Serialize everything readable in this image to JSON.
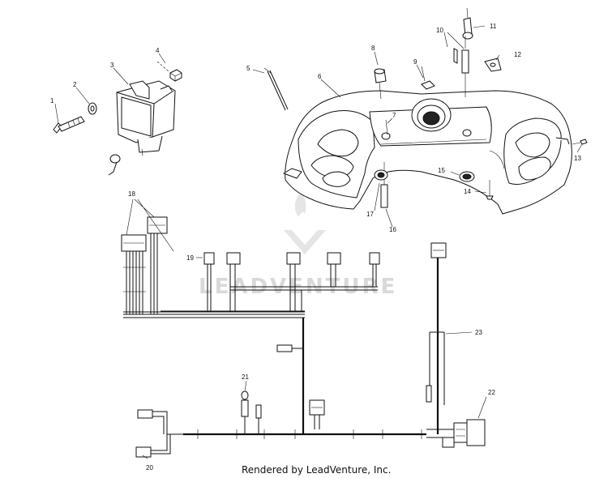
{
  "callouts": [
    "1",
    "2",
    "3",
    "4",
    "5",
    "6",
    "7",
    "8",
    "9",
    "10",
    "11",
    "12",
    "13",
    "14",
    "15",
    "16",
    "17",
    "18",
    "19",
    "20",
    "21",
    "22",
    "23"
  ],
  "watermark": "LEADVENTURE",
  "footer": "Rendered by LeadVenture, Inc."
}
